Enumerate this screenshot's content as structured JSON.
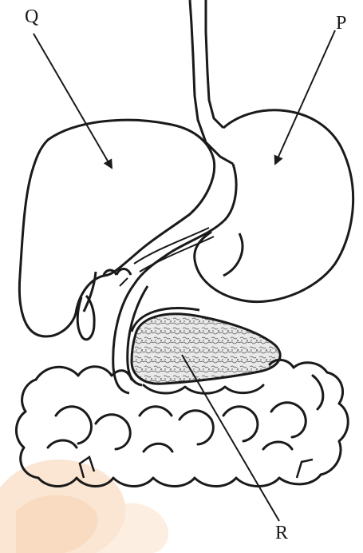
{
  "labels": {
    "q": "Q",
    "p": "P",
    "r": "R"
  },
  "colors": {
    "ink": "#1a1a1a",
    "paper": "#ffffff",
    "stipple_fill": "#e9e9e9",
    "watermark": "#f2b27a"
  }
}
